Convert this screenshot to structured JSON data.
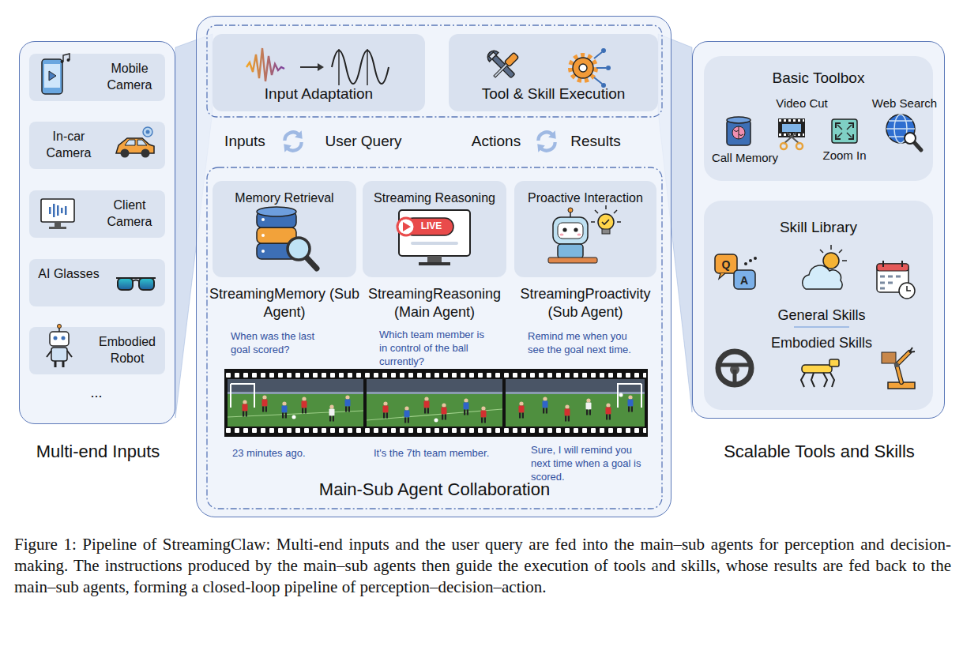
{
  "diagram": {
    "caption": "Figure 1: Pipeline of StreamingClaw: Multi-end inputs and the user query are fed into the main–sub agents for perception and decision-making. The instructions produced by the main–sub agents then guide the execution of tools and skills, whose results are fed back to the main–sub agents, forming a closed-loop pipeline of perception–decision–action.",
    "nodes": [
      {
        "text": [
          "Multi-end Inputs"
        ]
      },
      {
        "text": [
          "Mobile Camera"
        ],
        "in": 0
      },
      {
        "text": [
          "In-car Camera"
        ],
        "in": 0
      },
      {
        "text": [
          "Client Camera"
        ],
        "in": 0
      },
      {
        "text": [
          "AI Glasses"
        ],
        "in": 0
      },
      {
        "text": [
          "Embodied Robot"
        ],
        "in": 0
      },
      {
        "text": [
          "Main-Sub Agent Collaboration"
        ]
      },
      {
        "text": [
          "Input Adaptation"
        ],
        "in": 6
      },
      {
        "text": [
          "Tool & Skill Execution"
        ],
        "in": 6
      },
      {
        "text": [
          "Memory Retrieval",
          "StreamingMemory (Sub Agent)"
        ],
        "in": 6
      },
      {
        "text": [
          "Streaming Reasoning",
          "StreamingReasoning (Main Agent)"
        ],
        "in": 6
      },
      {
        "text": [
          "Proactive Interaction",
          "StreamingProactivity (Sub Agent)"
        ],
        "in": 6
      },
      {
        "text": [
          "Scalable Tools and Skills"
        ]
      },
      {
        "text": [
          "Basic Toolbox"
        ],
        "in": 12
      },
      {
        "text": [
          "Skill Library"
        ],
        "in": 12
      }
    ],
    "edges": [
      {
        "from": 0,
        "to": 7,
        "arrow": "none"
      },
      {
        "from": 8,
        "to": 12,
        "arrow": "none"
      }
    ],
    "labels": [
      "...",
      "Inputs",
      "User Query",
      "Actions",
      "Results",
      "LIVE",
      "When was the last goal scored?",
      "Which team member is in control of the ball currently?",
      "Remind me when you see the goal next time.",
      "23 minutes ago.",
      "It's the 7th team member.",
      "Sure, I will remind you next time when a goal is scored.",
      "Video Cut",
      "Web Search",
      "Call Memory",
      "Zoom In",
      "Q",
      "A",
      "General Skills",
      "Embodied Skills"
    ]
  }
}
